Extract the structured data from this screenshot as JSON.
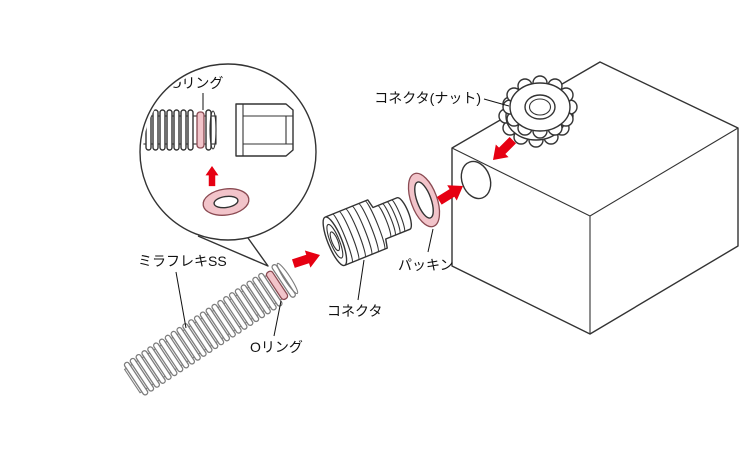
{
  "figure": {
    "type": "exploded-assembly-diagram",
    "subject": "flexible-conduit-to-box-connection"
  },
  "labels": {
    "inset_oring": "Oリング",
    "connector_nut": "コネクタ(ナット)",
    "flex_conduit": "ミラフレキSS",
    "pipe_oring": "Oリング",
    "connector": "コネクタ",
    "packing": "パッキン"
  },
  "colors": {
    "accent_red": "#e60012",
    "oring_pink": "#f2c4ca",
    "line": "#333333",
    "pipe_gray": "#7d7d7d"
  }
}
